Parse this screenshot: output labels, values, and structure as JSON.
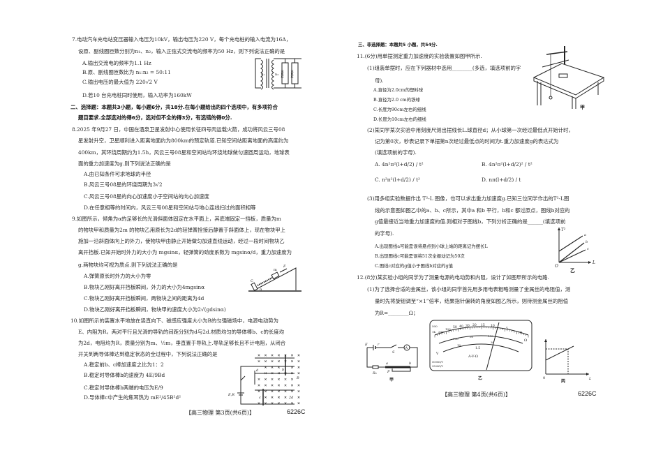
{
  "left_page": {
    "lines": [
      "7.电动汽车充电站变压器输入电压为10kV，输出电压为220 V，每个充电桩的输入电流为16A，",
      "设原、副线圈匝数分别为n₁、n₂，输入正弦式交流电的频率为50 Hz，则下列说法正确的是",
      "A.输出交流电的频率为1.1 Hz",
      "B.原、副线圈匝数比为 n₁:n₂ = 50:11",
      "C.输出电压的最大值为 220√2 V",
      "D.若10 台充电桩同时使用，输入功率为160kW",
      "二、选择题：本题共3小题，每小题6分，共18分.在每小题给出的四个选项中，有多项符合",
      "题目要求.全部选对的得6分，选对但不全的得3分，有选错的得0分.",
      "8.2025 年9月27 日，中国在酒泉卫星发射中心使用长征四号丙运载火箭，成功将风云三号08",
      "星发射升空，卫星顺利进入距离地面约为800km的预定轨道.已知空间站距离地面的高度约为",
      "400km，其环绕周期约为1.5h，风云三号08星和空间站均环绕地球做匀速圆周运动，地球表",
      "面的重力加速度为g.则下列说法正确的是",
      "A.由已知条件可求地球的半径",
      "B.风云三号08星的环绕周期为3√2",
      "C.风云三号08星的向心加速度小于空间站的向心加速度",
      "D.在任意相等的时间内，风云三号08星和空间站与地心连线扫过的面积相等",
      "9.如图所示，倾角为α的足够长的光滑斜面体固定在水平面上，其底端固定一挡板，质量为m",
      "的物块甲和质量为2m 的物块乙用原长为2d的轻弹簧拴接后静置于斜面体上，现在物块甲上",
      "施加一沿斜面体向上的外力，使物块甲由静止开始做匀加速直线运动，经过一段时间物块乙",
      "离开挡板.已知开始时外力的大小为 mgsinα，轻弹簧的劲度系数为 mgsinα/d，重力加速度为",
      "g.两物块均可视为质点.则下列说法正确的是",
      "A.弹簧原长时外力的大小为零",
      "B.物块乙刚好离开挡板瞬间，外力的大小为4mgsinα",
      "C.物块乙刚好离开挡板瞬间，两物块之间的距离为4d",
      "D.物块乙刚好离开挡板瞬间，物块甲的速度大小为2√(gdsinα)",
      "10.如图所示的装置水平地放在竖直向下、磁感应强度大小为B的匀强磁场中，电源电动势为",
      "E、内阻为R，两对平行且光滑的导轨的间距分别为d与2d.材质均匀的导体棒b、c的长度均",
      "为2d，电阻均为R，质量分别为m、½m，垂直置于导轨上.导轨足够长且不计电阻，从闭合",
      "开关到两导体棒达到稳定状态的全过程中，下列说法正确的是",
      "A.稳定前b、c棒加速度之比为1：2",
      "B.稳定时导体棒b的速度为 4E/9Bd",
      "C.稳定时导体棒b两端的电压为E/9",
      "D.导体棒c中产生的焦耳热为 mE²/45B²d²"
    ],
    "footer": "【高三物理 第3页(共6页)】",
    "code": "6226C",
    "figures": {
      "transformer": {
        "n1": "n₁",
        "n2": "n₂",
        "load1": "充电桩",
        "load2": "充电桩"
      },
      "incline": {
        "m": "m",
        "F": "F",
        "alpha": "α",
        "C": "C"
      },
      "rails": {
        "source": "E,R",
        "d": "d",
        "b": "b",
        "B": "B",
        "c": "c",
        "d2": "2d"
      }
    }
  },
  "right_page": {
    "lines": [
      "三、非选择题：本题共5 小题，共54分.",
      "11.(6分)用单摆测定重力加速度的实验装置如图甲所示.",
      "(1)组装单摆时，应在下列器材中选用________(多选，填选项前的字",
      "母).",
      "A.直径为2.0cm的塑料球",
      "B.直径为2.0 cm的铁球",
      "C.长度为90cm左右的细线",
      "D.长度为10cm左右的细线",
      "(2)某同学某次实验中用刻度尺测出摆线长L.球直径d；从小球第一次经过最低点开始计时，",
      "记为第0次，秒表记录下单摆第n次经过最低点的时间为t.重力加速度g的表达式为",
      "(填选项前的字母).",
      "A. 4n²π²(l+d/2) / t²",
      "B. 4n²π²(l+d/2)² / t²",
      "C. n²π²(l+d/2) / t²",
      "D. nπ(l+d/2) / t",
      "(3)用多组实验数据作出 T²-L 图像，也可以求出重力加速度g.已知三位同学作出的T²-L图",
      "线的示意图如图乙中的a、b、c所示，其中a 和b 平行，b和c 都过原点，图线b对应的",
      "g值最接近当地重力加速度的值.则相对于图线b，下列分析正确的是______(填选项前",
      "的字母).",
      "A.出现图线a可能是误将悬点到小球上端的距离记为摆长L",
      "B.出现图线c可能是误将51次全振动记为50次",
      "C.图线c对应的g值小于图线b对应的g值",
      "12.(8分)某实验小组的同学为了测量电源的电动势和内阻，设计了如图甲所示的电路.",
      "(1)为了选择合适的金属丝，该小组的同学首先用多用电表粗略测量了金属丝的电阻值，测",
      "量时先将旋钮调至“×1”倍率，结果指针偏转的角度如图乙所示，则待测金属丝的阻值",
      "为R=________Ω；"
    ],
    "footer": "【高三物理 第4页(共6页)】",
    "code": "6226C",
    "figures": {
      "pendulum": {
        "caption": "甲"
      },
      "graph_T2L": {
        "y": "T²",
        "x": "L",
        "origin": "O",
        "a": "a",
        "b": "b",
        "c": "c",
        "caption": "乙"
      },
      "circuit": {
        "E": "E",
        "r": "r",
        "S": "S",
        "A": "A",
        "R0": "R₀",
        "P": "P",
        "a": "a",
        "b": "b",
        "caption": "甲"
      },
      "meter": {
        "top_scale": [
          "500",
          "1k",
          "200",
          "100",
          "50",
          "40",
          "30",
          "20",
          "15",
          "10",
          "5",
          "0"
        ],
        "mid_scale": [
          "100",
          "50",
          "150",
          "10",
          "30"
        ],
        "omega": "Ω",
        "label15": "1.5",
        "avo": "A-V-Ω",
        "sens1": "5000Ω/V",
        "sens2": "2500Ω/V",
        "dcv": "V",
        "caption": "乙"
      },
      "graph_c": {
        "origin": "0",
        "x": "L",
        "caption": "丙"
      }
    }
  }
}
